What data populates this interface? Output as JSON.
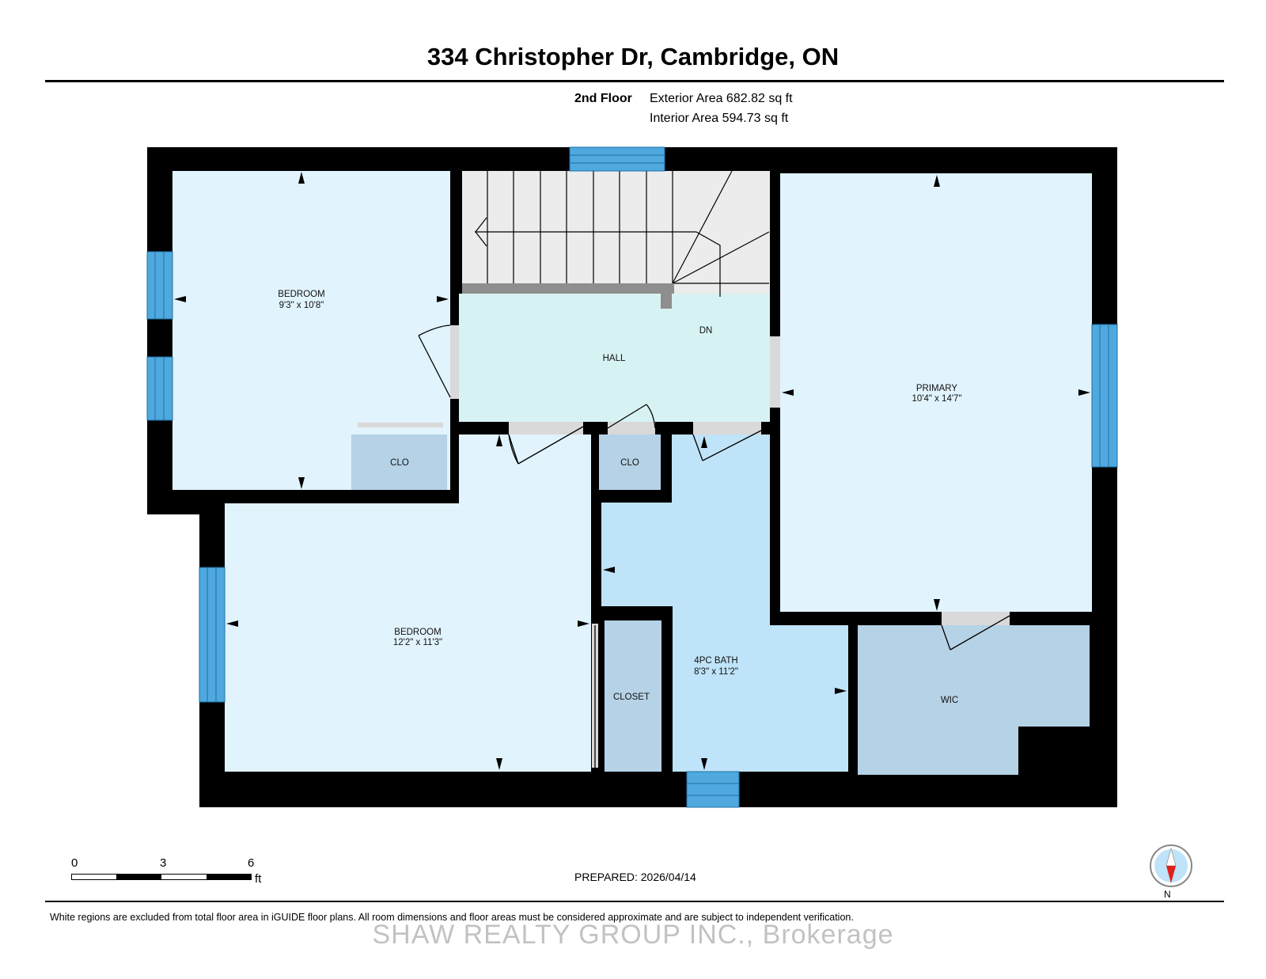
{
  "header": {
    "title": "334 Christopher Dr, Cambridge, ON",
    "floor": "2nd Floor",
    "exterior_area": "Exterior Area 682.82 sq ft",
    "interior_area": "Interior Area 594.73 sq ft"
  },
  "rooms": {
    "bedroom_1": {
      "name": "BEDROOM",
      "dims": "9'3\" x 10'8\""
    },
    "hall": {
      "name": "HALL"
    },
    "stairs": {
      "label": "DN"
    },
    "primary": {
      "name": "PRIMARY",
      "dims": "10'4\" x 14'7\""
    },
    "clo_1": {
      "name": "CLO"
    },
    "clo_2": {
      "name": "CLO"
    },
    "bedroom_2": {
      "name": "BEDROOM",
      "dims": "12'2\" x 11'3\""
    },
    "closet": {
      "name": "CLOSET"
    },
    "bath": {
      "name": "4PC BATH",
      "dims": "8'3\" x 11'2\""
    },
    "wic": {
      "name": "WIC"
    }
  },
  "scale_bar": {
    "ticks": [
      "0",
      "3",
      "6"
    ],
    "unit": "ft"
  },
  "footer": {
    "prepared": "PREPARED: 2026/04/14",
    "disclaimer": "White regions are excluded from total floor area in iGUIDE floor plans. All room dimensions and floor areas must be considered approximate and are subject to independent verification.",
    "watermark": "SHAW REALTY GROUP INC., Brokerage",
    "compass_label": "N"
  },
  "colors": {
    "wall": "#000000",
    "window": "#4fa9df",
    "bedroom": "#e1f3fc",
    "hall": "#d7f2f3",
    "bath": "#bfe3f8",
    "closet": "#b6d2e7",
    "stairs": "#ececec"
  }
}
